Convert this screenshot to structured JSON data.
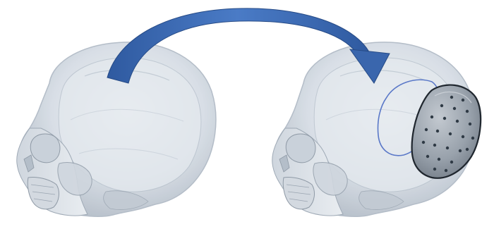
{
  "scene": {
    "background": "#ffffff",
    "subjects": [
      {
        "name": "skull-before",
        "state": "cranial-defect-unrepaired"
      },
      {
        "name": "skull-after",
        "state": "cranial-implant-with-perforations"
      }
    ],
    "arrow": {
      "direction": "left-to-right",
      "color": "#3f6db3"
    },
    "implant": {
      "fill": "#9aa3ad",
      "hole_color": "#2f3a45",
      "hole_count": 24
    },
    "colors": {
      "skull_fill": "#d8dee6",
      "skull_shadow": "#aab4c0",
      "skull_outline": "#8f9aa6",
      "defect_outline": "#5a78c8"
    }
  }
}
